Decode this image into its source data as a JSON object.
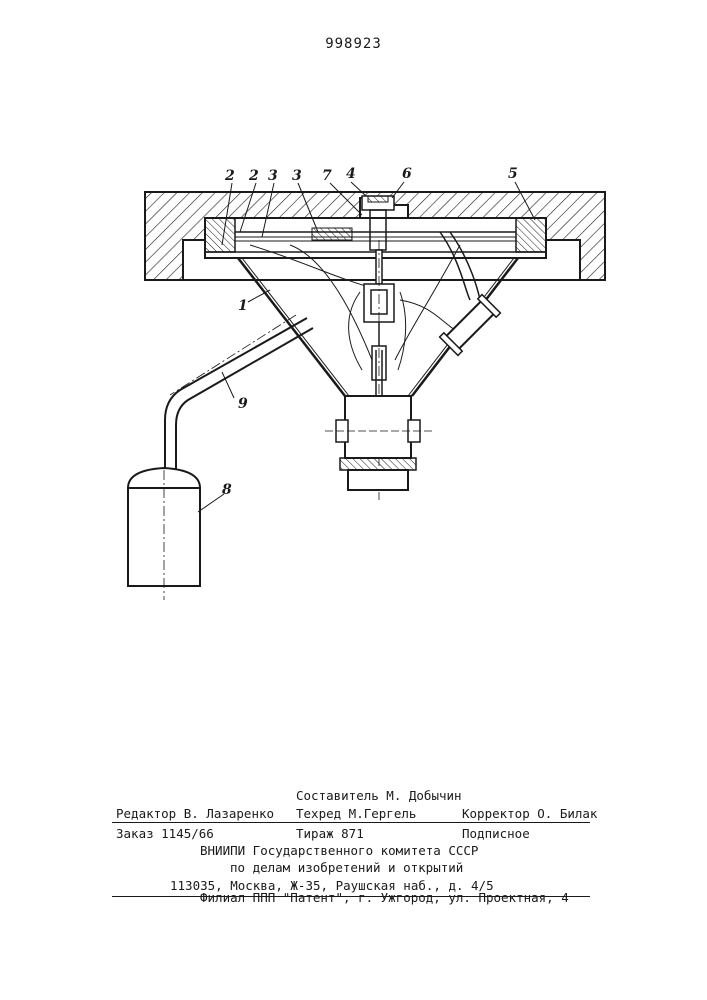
{
  "patent_number": "998923",
  "figure_labels": {
    "l1": "1",
    "l2a": "2",
    "l2b": "2",
    "l3a": "3",
    "l3b": "3",
    "l4": "4",
    "l5": "5",
    "l6": "6",
    "l7": "7",
    "l8": "8",
    "l9": "9"
  },
  "imprint": {
    "compiler": "Составитель М. Добычин",
    "editor": "Редактор В. Лазаренко",
    "techred": "Техред М.Гергель",
    "corrector": "Корректор О. Билак",
    "order": "Заказ 1145/66",
    "circulation": "Тираж 871",
    "subscription": "Подписное",
    "institute_line1": "ВНИИПИ Государственного комитета СССР",
    "institute_line2": "по делам изобретений и открытий",
    "address": "113035, Москва, Ж-35, Раушская наб., д. 4/5",
    "branch": "Филиал ППП \"Патент\", г. Ужгород, ул. Проектная, 4"
  }
}
